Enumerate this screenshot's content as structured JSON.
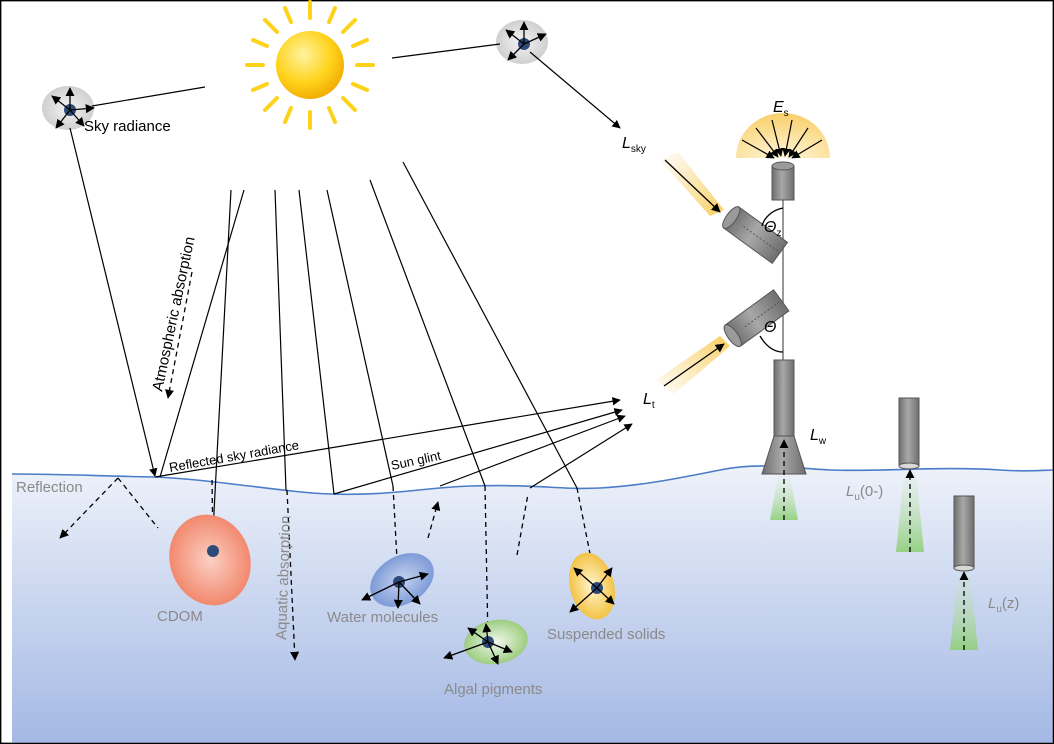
{
  "labels": {
    "sky_radiance": "Sky radiance",
    "atmospheric_absorption": "Atmospheric absorption",
    "reflected_sky_radiance": "Reflected sky radiance",
    "sun_glint": "Sun glint",
    "reflection": "Reflection",
    "cdom": "CDOM",
    "aquatic_absorption": "Aquatic absorption",
    "water_molecules": "Water molecules",
    "algal_pigments": "Algal pigments",
    "suspended_solids": "Suspended solids"
  },
  "symbols": {
    "Es": {
      "main": "E",
      "sub": "s"
    },
    "Lsky": {
      "main": "L",
      "sub": "sky"
    },
    "Lt": {
      "main": "L",
      "sub": "t"
    },
    "Lw": {
      "main": "L",
      "sub": "w"
    },
    "Lu0": {
      "main": "L",
      "sub": "u",
      "suffix": "(0-)"
    },
    "Luz": {
      "main": "L",
      "sub": "u",
      "suffix": "(z)"
    },
    "theta_z": {
      "main": "Θ",
      "sub": "z"
    },
    "theta": {
      "main": "Θ"
    }
  },
  "colors": {
    "water_top": "#e8eef8",
    "water_bottom": "#a9bde6",
    "surface_line": "#4a7cc7",
    "sun": "#ffcc00",
    "sensor": "#8c8c8c",
    "cdom": "#f28a70",
    "water_molecules": "#7a97d6",
    "algal_pigments": "#9cc97a",
    "suspended_solids": "#f5c542",
    "particle_dot": "#2e4a78",
    "beam": "#f7d37a",
    "upwelling_beam": "#9fd08a"
  },
  "icons": [
    "sun-icon",
    "scatter-particle-icon",
    "radiometer-sensor-icon",
    "arrow-icon"
  ]
}
